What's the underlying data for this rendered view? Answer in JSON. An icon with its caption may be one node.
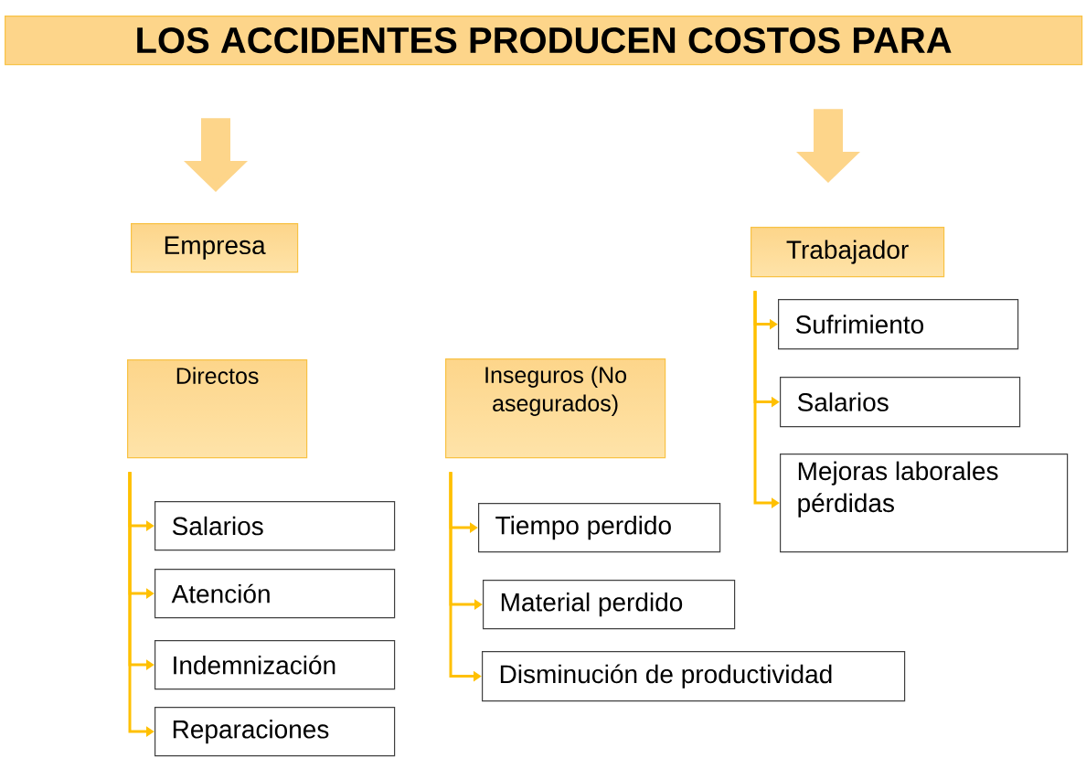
{
  "diagram": {
    "nodes": [
      {
        "text": [
          "LOS ACCIDENTES PRODUCEN COSTOS PARA"
        ]
      },
      {
        "text": [
          "Empresa"
        ]
      },
      {
        "text": [
          "Trabajador"
        ]
      },
      {
        "text": [
          "Directos"
        ]
      },
      {
        "text": [
          "Inseguros (No asegurados)"
        ]
      },
      {
        "text": [
          "Salarios"
        ]
      },
      {
        "text": [
          "Atención"
        ]
      },
      {
        "text": [
          "Indemnización"
        ]
      },
      {
        "text": [
          "Reparaciones"
        ]
      },
      {
        "text": [
          "Tiempo perdido"
        ]
      },
      {
        "text": [
          "Material perdido"
        ]
      },
      {
        "text": [
          "Disminución de productividad"
        ]
      },
      {
        "text": [
          "Sufrimiento"
        ]
      },
      {
        "text": [
          "Salarios"
        ]
      },
      {
        "text": [
          "Mejoras laborales pérdidas"
        ]
      }
    ],
    "edges": [
      {
        "from": 0,
        "to": 1,
        "arrow": "to",
        "style": "thick",
        "color": "#fdd58a"
      },
      {
        "from": 0,
        "to": 2,
        "arrow": "to",
        "style": "thick",
        "color": "#fdd58a"
      },
      {
        "from": 3,
        "to": 5,
        "arrow": "to"
      },
      {
        "from": 3,
        "to": 6,
        "arrow": "to"
      },
      {
        "from": 3,
        "to": 7,
        "arrow": "to"
      },
      {
        "from": 3,
        "to": 8,
        "arrow": "to"
      },
      {
        "from": 4,
        "to": 9,
        "arrow": "to"
      },
      {
        "from": 4,
        "to": 10,
        "arrow": "to"
      },
      {
        "from": 4,
        "to": 11,
        "arrow": "to"
      },
      {
        "from": 2,
        "to": 12,
        "arrow": "to"
      },
      {
        "from": 2,
        "to": 13,
        "arrow": "to"
      },
      {
        "from": 2,
        "to": 14,
        "arrow": "to"
      }
    ]
  }
}
